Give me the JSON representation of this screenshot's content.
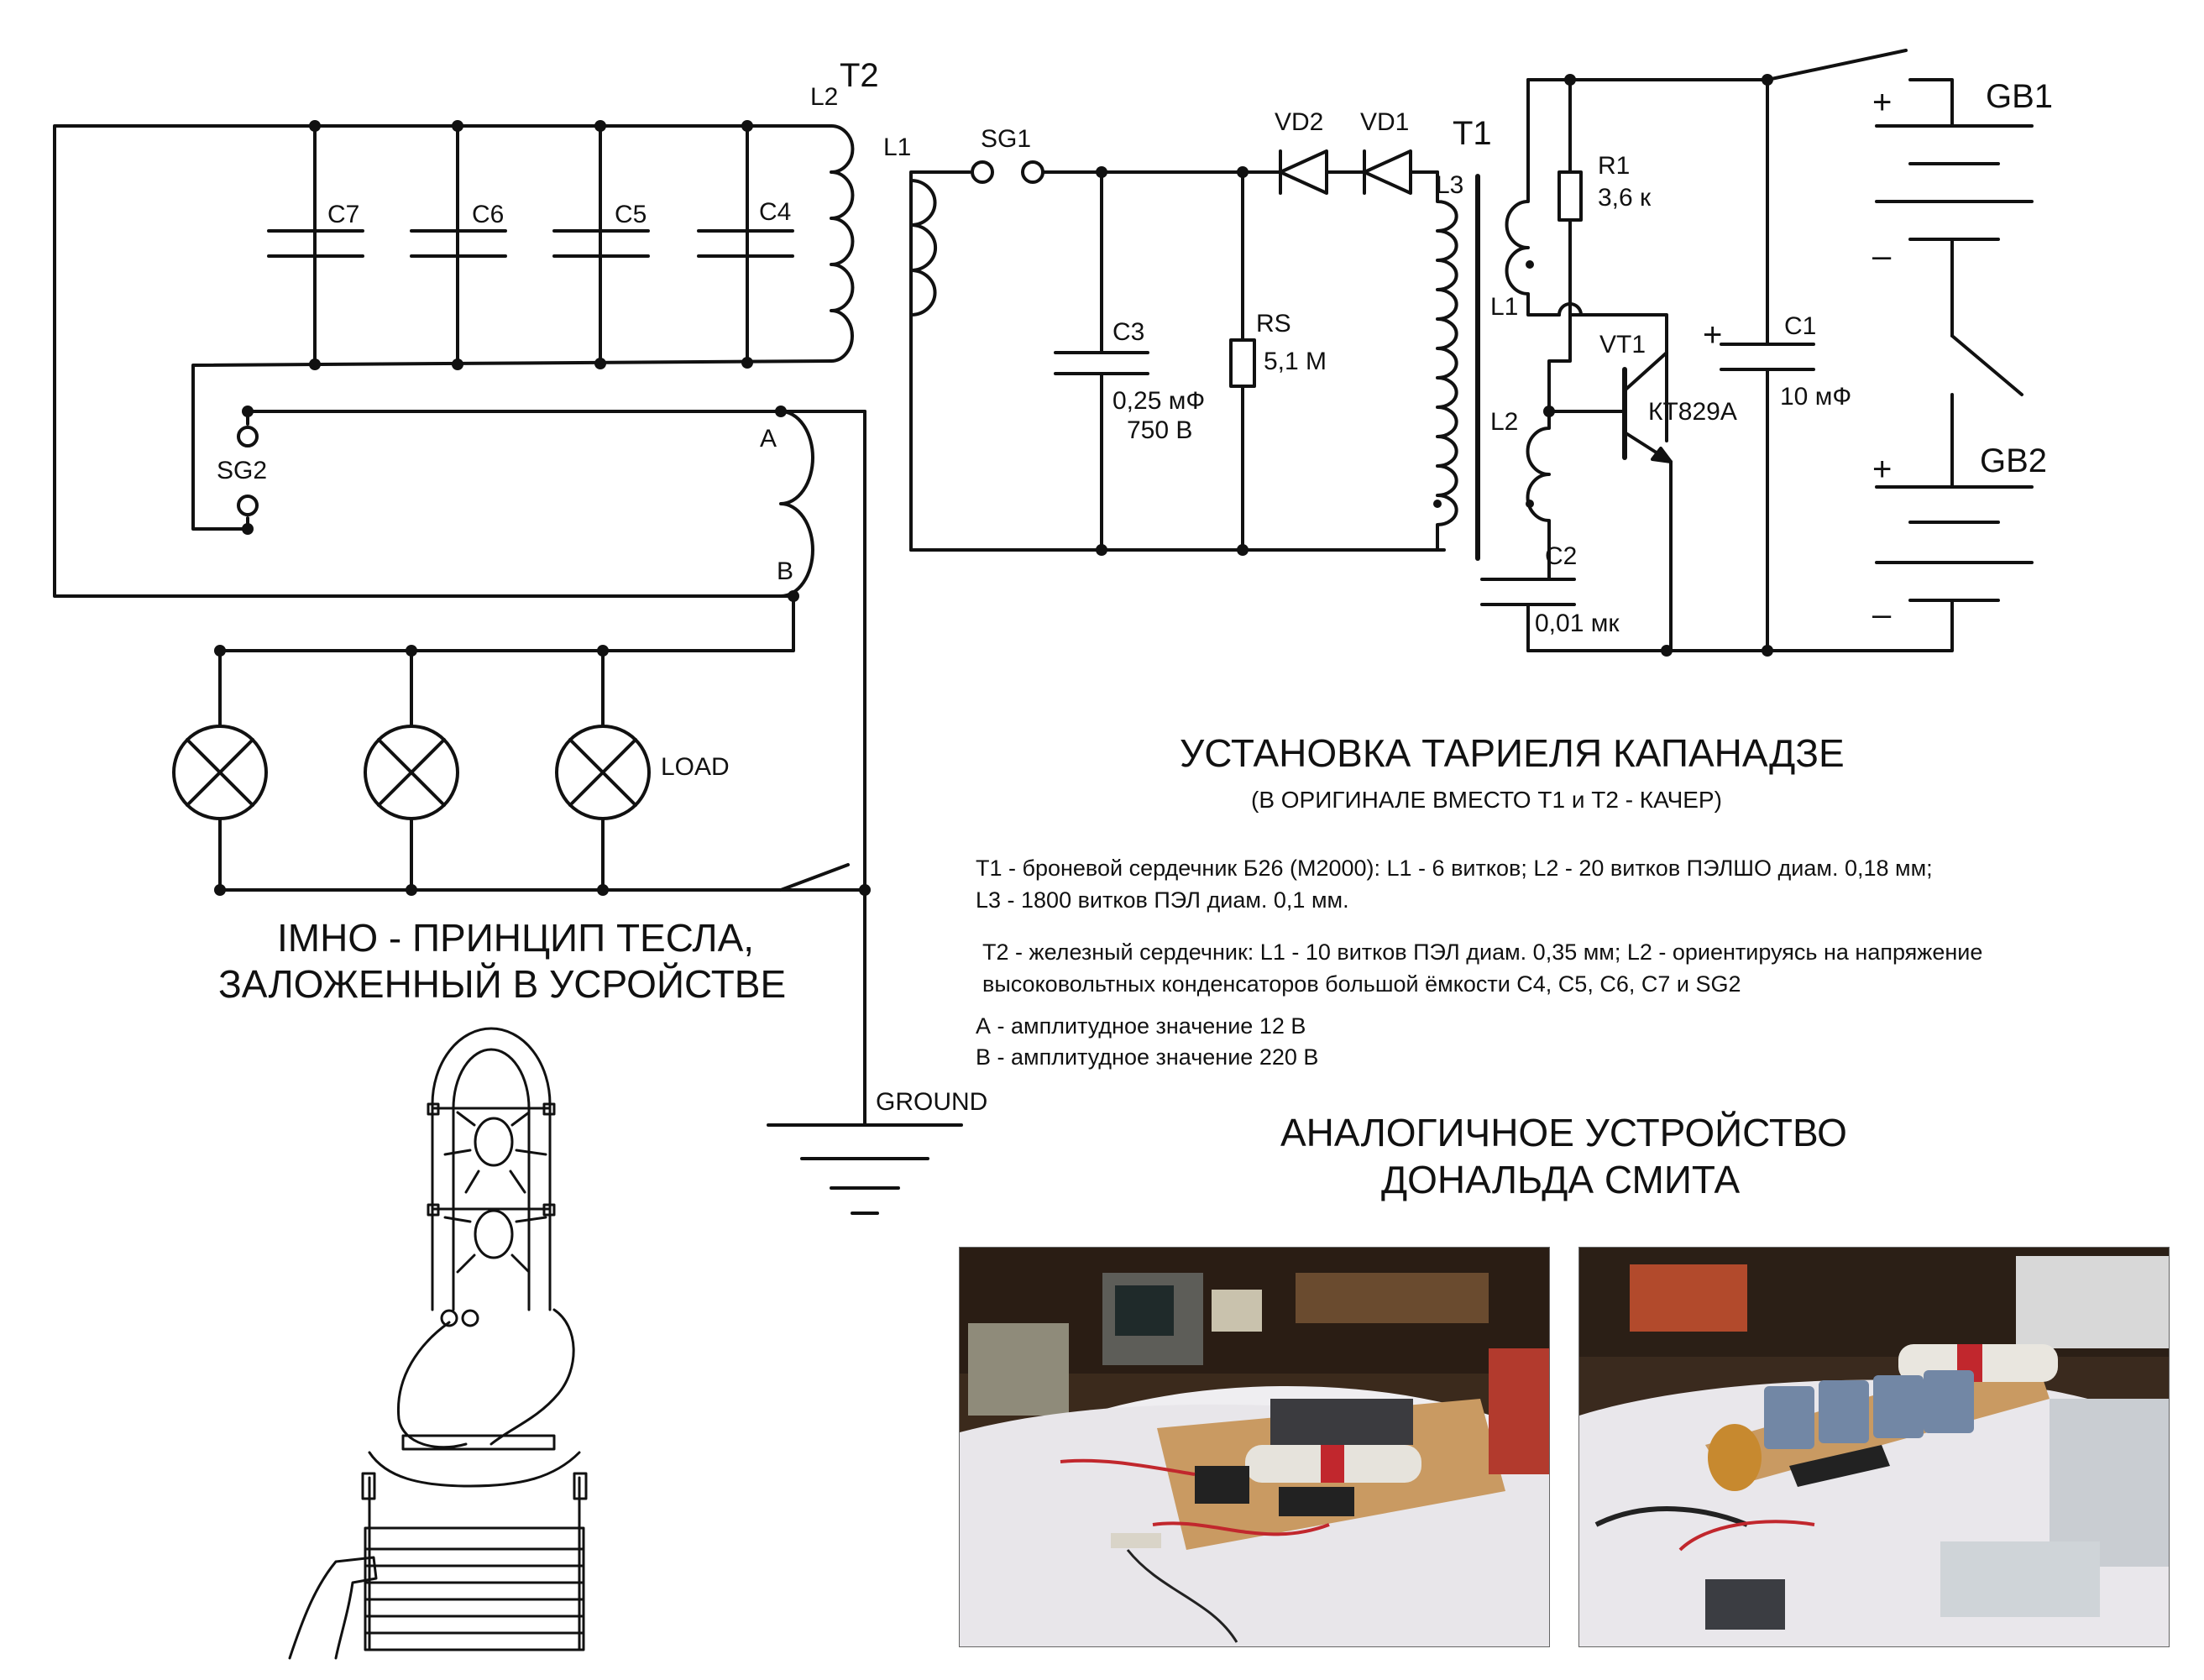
{
  "labels": {
    "T2": "T2",
    "T2_L2": "L2",
    "C7": "C7",
    "C6": "C6",
    "C5": "C5",
    "C4": "C4",
    "SG2": "SG2",
    "A": "A",
    "B": "B",
    "LOAD": "LOAD",
    "GROUND": "GROUND",
    "L1": "L1",
    "SG1": "SG1",
    "C3": "C3",
    "C3_val1": "0,25 мФ",
    "C3_val2": "750 В",
    "RS": "RS",
    "RS_val": "5,1 М",
    "VD2": "VD2",
    "VD1": "VD1",
    "T1": "T1",
    "L3": "L3",
    "R1": "R1",
    "R1_val": "3,6 к",
    "T1_L1": "L1",
    "VT1": "VT1",
    "T1_L2": "L2",
    "VT1_type": "КТ829А",
    "C1": "C1",
    "C1_val": "10 мФ",
    "C2": "C2",
    "C2_val": "0,01 мк",
    "GB1": "GB1",
    "GB2": "GB2",
    "plus": "+",
    "minus": "–"
  },
  "text": {
    "title": "УСТАНОВКА ТАРИЕЛЯ КАПАНАДЗЕ",
    "subtitle": "(В ОРИГИНАЛЕ ВМЕСТО Т1 и Т2 - КАЧЕР)",
    "t1_line1": "Т1 - броневой сердечник Б26 (М2000): L1 - 6 витков; L2 - 20 витков ПЭЛШО диам. 0,18 мм;",
    "t1_line2": "L3 - 1800 витков  ПЭЛ диам. 0,1 мм.",
    "t2_line1": "Т2 - железный сердечник: L1 - 10 витков ПЭЛ диам. 0,35 мм; L2 - ориентируясь на напряжение",
    "t2_line2": "высоковольтных конденсаторов большой ёмкости С4, С5, С6, С7 и SG2",
    "a_line": "А - амплитудное значение 12 В",
    "b_line": "В - амплитудное значение 220 В",
    "tesla_line1": "IMHO - ПРИНЦИП ТЕСЛА,",
    "tesla_line2": "ЗАЛОЖЕННЫЙ В УСРОЙСТВЕ",
    "smith_line1": "АНАЛОГИЧНОЕ УСТРОЙСТВО",
    "smith_line2": "ДОНАЛЬДА СМИТА"
  }
}
